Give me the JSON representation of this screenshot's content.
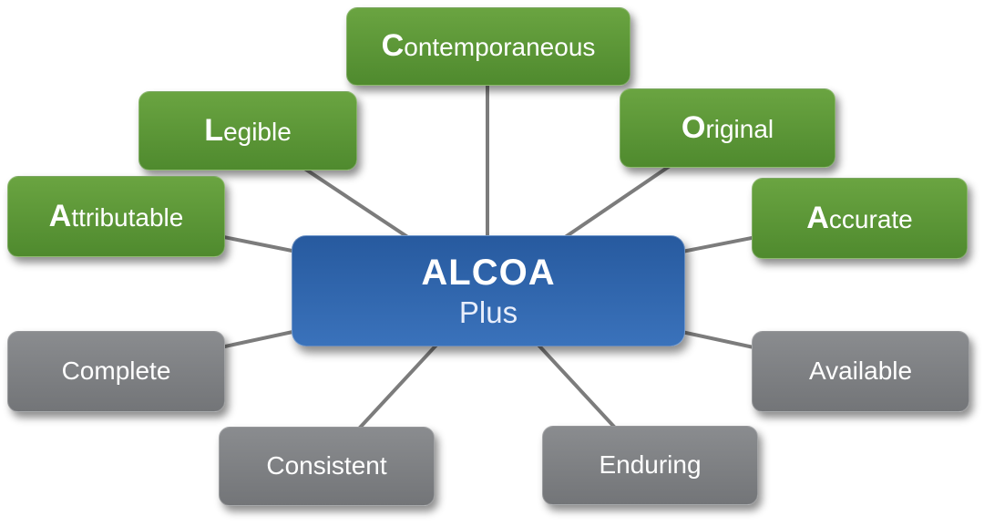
{
  "center": {
    "title": "ALCOA",
    "subtitle": "Plus"
  },
  "nodes": {
    "contemporaneous": {
      "initial": "C",
      "rest": "ontemporaneous"
    },
    "legible": {
      "initial": "L",
      "rest": "egible"
    },
    "original": {
      "initial": "O",
      "rest": "riginal"
    },
    "attributable": {
      "initial": "A",
      "rest": "ttributable"
    },
    "accurate": {
      "initial": "A",
      "rest": "ccurate"
    },
    "complete": {
      "label": "Complete"
    },
    "available": {
      "label": "Available"
    },
    "consistent": {
      "label": "Consistent"
    },
    "enduring": {
      "label": "Enduring"
    }
  },
  "colors": {
    "green_light": "#6aa441",
    "green_dark": "#4f8a2e",
    "gray_light": "#8a8c8f",
    "gray_dark": "#737578",
    "blue_dark": "#275a9f",
    "blue_light": "#3a72bb",
    "line": "#7c7c7c"
  }
}
